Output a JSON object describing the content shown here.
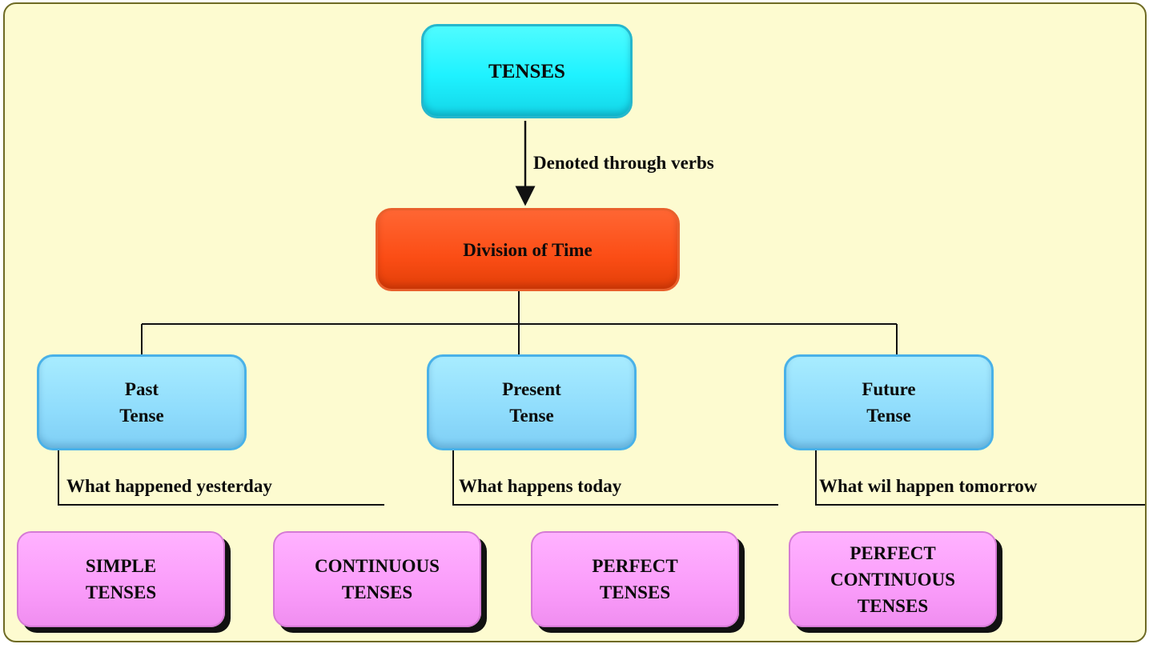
{
  "diagram": {
    "root": "TENSES",
    "edge_label": "Denoted through verbs",
    "division": "Division of Time",
    "tenses": [
      {
        "line1": "Past",
        "line2": "Tense",
        "description": "What happened yesterday"
      },
      {
        "line1": "Present",
        "line2": "Tense",
        "description": "What happens today"
      },
      {
        "line1": "Future",
        "line2": "Tense",
        "description": "What wil happen tomorrow"
      }
    ],
    "tense_types": [
      {
        "line1": "SIMPLE",
        "line2": "TENSES"
      },
      {
        "line1": "CONTINUOUS",
        "line2": "TENSES"
      },
      {
        "line1": "PERFECT",
        "line2": "TENSES"
      },
      {
        "line1": "PERFECT",
        "line2": "CONTINUOUS",
        "line3": "TENSES"
      }
    ]
  },
  "colors": {
    "background": "#fdfbd0",
    "frame_border": "#6e6a24",
    "root_fill": "#1ef2ff",
    "division_fill": "#fb4d15",
    "tense_fill": "#8fdcfc",
    "type_fill": "#fa9cfa"
  }
}
